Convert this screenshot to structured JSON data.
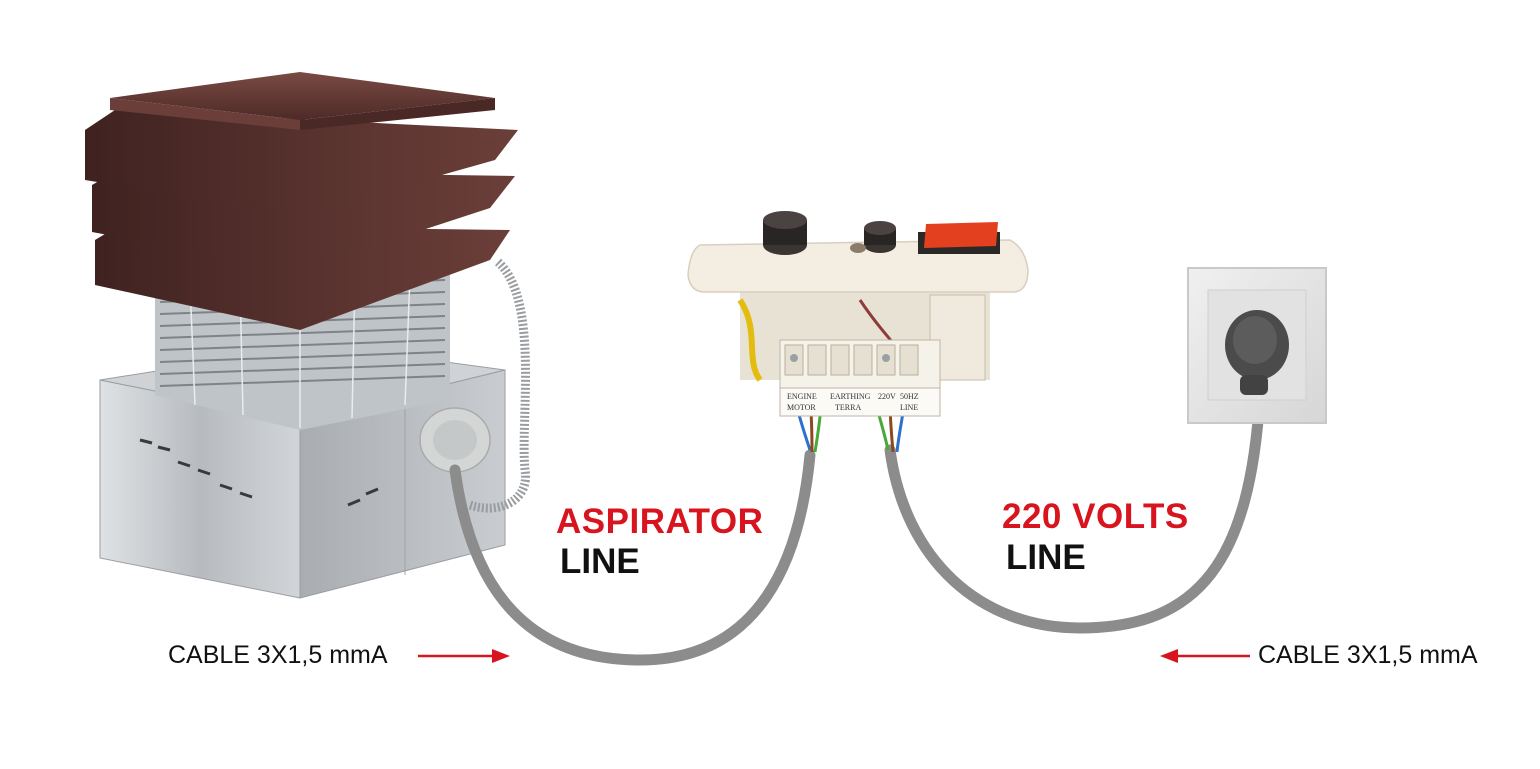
{
  "labels": {
    "aspirator": "ASPIRATOR",
    "aspirator_line": "LINE",
    "volts": "220 VOLTS",
    "volts_line": "LINE",
    "cable_left": "CABLE 3X1,5 mmA",
    "cable_right": "CABLE 3X1,5 mmA"
  },
  "terminal_labels": {
    "engine": "ENGINE",
    "motor": "MOTOR",
    "earthing": "EARTHING",
    "terra": "TERRA",
    "v220": "220V",
    "hz50": "50HZ",
    "line": "LINE"
  },
  "colors": {
    "accent_red": "#d8141e",
    "cap_brown": "#5b3430",
    "galvanized": "#c3c6c9",
    "cable_grey": "#8c8c8c",
    "panel_cream": "#f3ede2",
    "switch_orange": "#e2401e"
  },
  "icons": {
    "extractor": "chimney-extractor-fan-icon",
    "controller": "speed-controller-box-icon",
    "socket": "wall-socket-plug-icon"
  }
}
